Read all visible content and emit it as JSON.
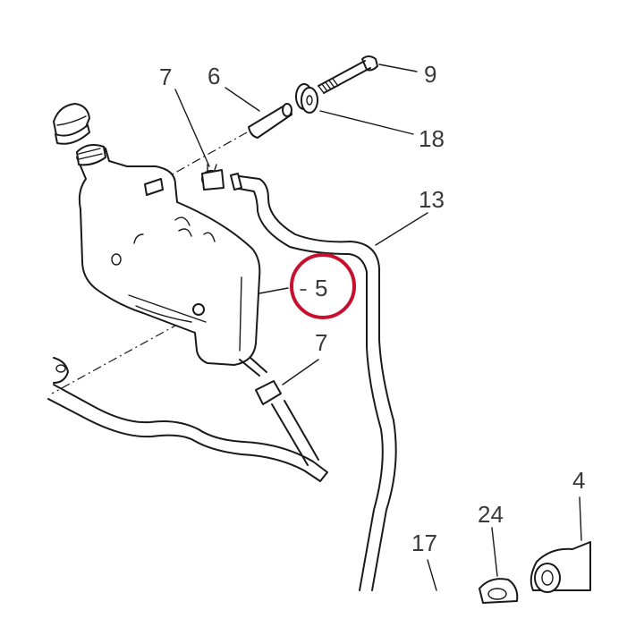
{
  "diagram": {
    "highlight_color": "#c8102e",
    "line_color": "#1a1a1a",
    "label_color": "#3a3a3a",
    "labels": {
      "part_7_top": "7",
      "part_6": "6",
      "part_9": "9",
      "part_18": "18",
      "part_13": "13",
      "part_5": "5",
      "part_7_bottom": "7",
      "part_4": "4",
      "part_24": "24",
      "part_17": "17"
    },
    "highlighted_part": "5"
  }
}
